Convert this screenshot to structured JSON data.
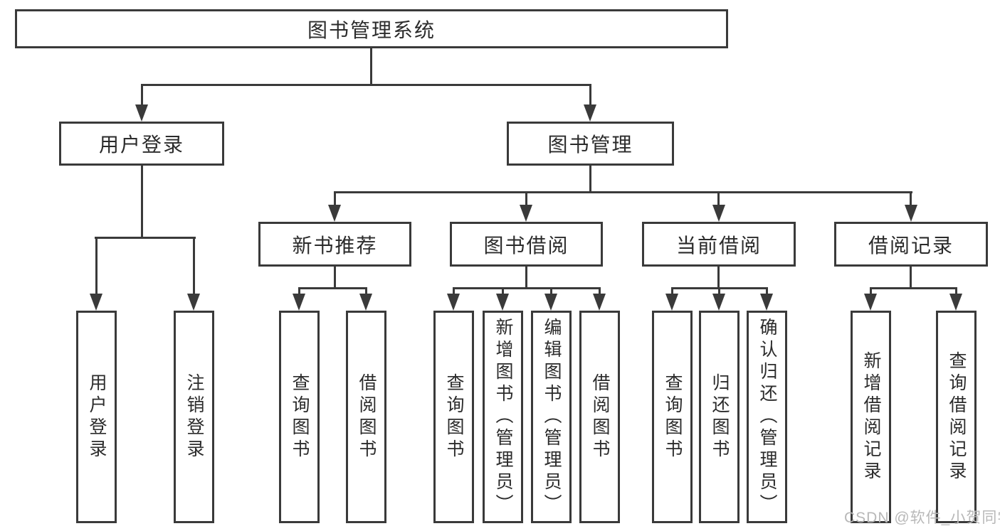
{
  "diagram": {
    "root": {
      "label": "图书管理系统"
    },
    "user_login": {
      "label": "用户登录",
      "children": [
        {
          "label": "用户登录"
        },
        {
          "label": "注销登录"
        }
      ]
    },
    "book_mgmt": {
      "label": "图书管理",
      "children": [
        {
          "label": "新书推荐",
          "children": [
            {
              "label": "查询图书"
            },
            {
              "label": "借阅图书"
            }
          ]
        },
        {
          "label": "图书借阅",
          "children": [
            {
              "label": "查询图书"
            },
            {
              "label": "新增图书（管理员）"
            },
            {
              "label": "编辑图书（管理员）"
            },
            {
              "label": "借阅图书"
            }
          ]
        },
        {
          "label": "当前借阅",
          "children": [
            {
              "label": "查询图书"
            },
            {
              "label": "归还图书"
            },
            {
              "label": "确认归还（管理员）"
            }
          ]
        },
        {
          "label": "借阅记录",
          "children": [
            {
              "label": "新增借阅记录"
            },
            {
              "label": "查询借阅记录"
            }
          ]
        }
      ]
    }
  },
  "watermark": {
    "text": "CSDN @软件_小贺同学"
  },
  "colors": {
    "line": "#3a3a3a",
    "text": "#2b2b2b",
    "watermark": "#b8b8b8",
    "background": "#ffffff"
  }
}
